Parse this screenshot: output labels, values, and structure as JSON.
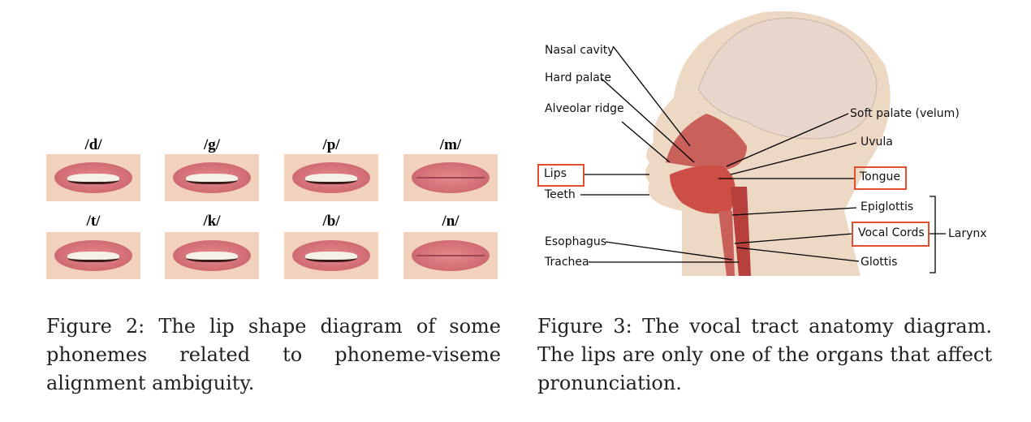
{
  "figure2": {
    "phonemes": [
      "/d/",
      "/g/",
      "/p/",
      "/m/",
      "/t/",
      "/k/",
      "/b/",
      "/n/"
    ],
    "caption": "Figure 2: The lip shape diagram of some phonemes related to phoneme-viseme alignment ambiguity."
  },
  "figure3": {
    "labels_left": [
      "Nasal cavity",
      "Hard palate",
      "Alveolar ridge",
      "Lips",
      "Teeth",
      "Esophagus",
      "Trachea"
    ],
    "labels_right": [
      "Soft palate (velum)",
      "Uvula",
      "Tongue",
      "Epiglottis",
      "Vocal Cords",
      "Glottis",
      "Larynx"
    ],
    "caption": "Figure 3: The vocal tract anatomy diagram. The lips are only one of the organs that affect pronunciation.",
    "highlight_color": "#e0502e"
  }
}
